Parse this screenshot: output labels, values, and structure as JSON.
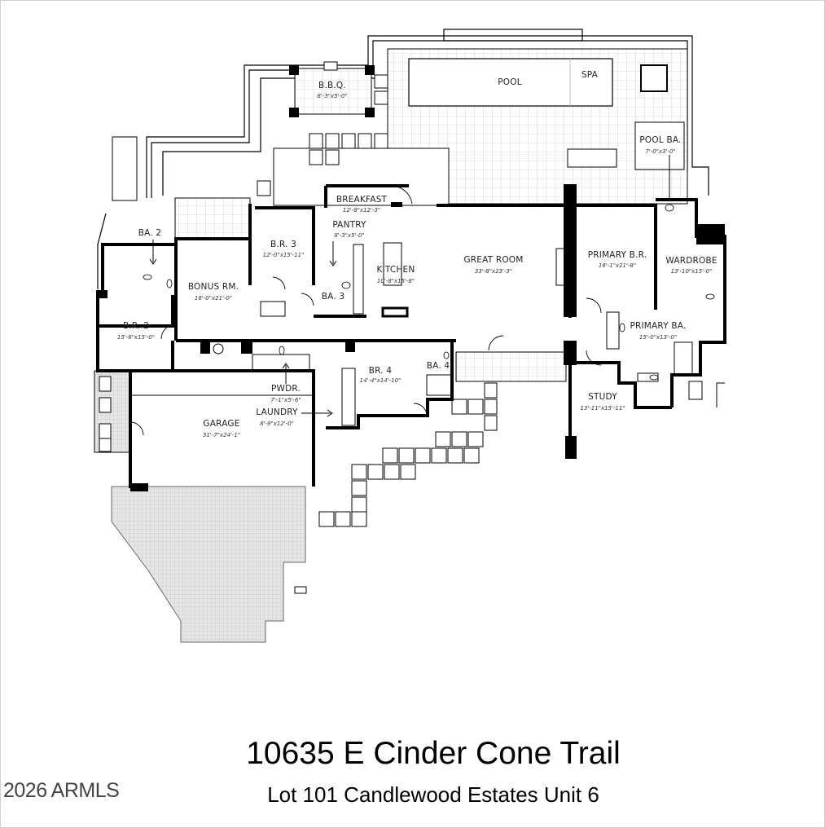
{
  "rooms": {
    "bbq": {
      "name": "B.B.Q.",
      "dims": "8'-3\"x5'-0\""
    },
    "pool": {
      "name": "POOL"
    },
    "spa": {
      "name": "SPA"
    },
    "pool_ba": {
      "name": "POOL BA.",
      "dims": "7'-0\"x3'-0\""
    },
    "breakfast": {
      "name": "BREAKFAST",
      "dims": "12'-8\"x12'-3\""
    },
    "pantry": {
      "name": "PANTRY",
      "dims": "8'-3\"x5'-0\""
    },
    "br3": {
      "name": "B.R. 3",
      "dims": "12'-0\"x15'-11\""
    },
    "ba2": {
      "name": "BA. 2"
    },
    "great_room": {
      "name": "GREAT ROOM",
      "dims": "33'-8\"x23'-3\""
    },
    "primary_br": {
      "name": "PRIMARY B.R.",
      "dims": "16'-1\"x21'-8\""
    },
    "wardrobe": {
      "name": "WARDROBE",
      "dims": "13'-10\"x15'-0\""
    },
    "kitchen": {
      "name": "KITCHEN",
      "dims": "10'-8\"x15'-8\""
    },
    "bonus_rm": {
      "name": "BONUS RM.",
      "dims": "16'-0\"x21'-0\""
    },
    "ba3": {
      "name": "BA. 3"
    },
    "br2": {
      "name": "B.R. 2",
      "dims": "15'-6\"x15'-0\""
    },
    "primary_ba": {
      "name": "PRIMARY BA.",
      "dims": "15'-0\"x13'-0\""
    },
    "br4": {
      "name": "BR. 4",
      "dims": "14'-4\"x14'-10\""
    },
    "ba4": {
      "name": "BA. 4"
    },
    "pwdr": {
      "name": "PWDR.",
      "dims": "7'-1\"x5'-6\""
    },
    "laundry": {
      "name": "LAUNDRY",
      "dims": "8'-9\"x12'-0\""
    },
    "garage": {
      "name": "GARAGE",
      "dims": "31'-7\"x24'-1\""
    },
    "study": {
      "name": "STUDY",
      "dims": "13'-11\"x15'-11\""
    }
  },
  "footer": {
    "address": "10635 E Cinder Cone Trail",
    "lot": "Lot 101 Candlewood Estates Unit 6",
    "watermark": "2026 ARMLS"
  }
}
